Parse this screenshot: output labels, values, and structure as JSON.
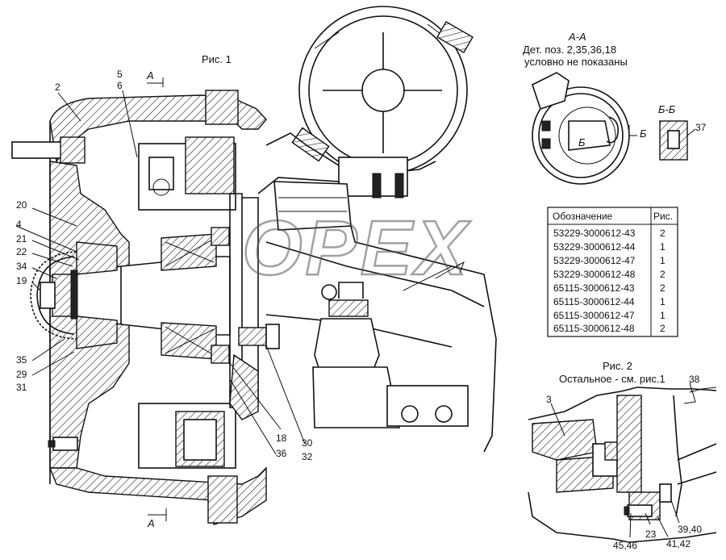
{
  "figure1": {
    "caption": "Рис. 1",
    "section_marker": "А"
  },
  "section_aa": {
    "title": "А-А",
    "note_line1": "Дет. поз. 2,35,36,18",
    "note_line2": "условно не показаны",
    "marker": "Б"
  },
  "section_bb": {
    "title": "Б-Б",
    "part": "37"
  },
  "figure2": {
    "caption": "Рис. 2",
    "subtitle": "Остальное - см. рис.1"
  },
  "watermark": "OPEX",
  "callouts_fig1": [
    "2",
    "5",
    "6",
    "20",
    "4",
    "21",
    "22",
    "34",
    "19",
    "35",
    "29",
    "31",
    "18",
    "36",
    "30",
    "32"
  ],
  "callouts_fig2": [
    "3",
    "38",
    "45,46",
    "23",
    "41,42",
    "39,40"
  ],
  "table": {
    "headers": [
      "Обозначение",
      "Рис."
    ],
    "rows": [
      [
        "53229-3000612-43",
        "2"
      ],
      [
        "53229-3000612-44",
        "1"
      ],
      [
        "53229-3000612-47",
        "1"
      ],
      [
        "53229-3000612-48",
        "2"
      ],
      [
        "65115-3000612-43",
        "2"
      ],
      [
        "65115-3000612-44",
        "1"
      ],
      [
        "65115-3000612-47",
        "1"
      ],
      [
        "65115-3000612-48",
        "2"
      ]
    ]
  }
}
